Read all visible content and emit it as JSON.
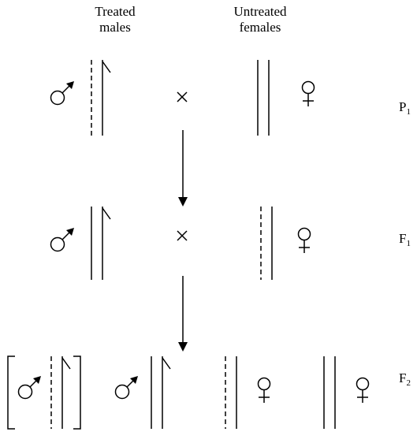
{
  "headers": {
    "treated_line1": "Treated",
    "treated_line2": "males",
    "untreated_line1": "Untreated",
    "untreated_line2": "females"
  },
  "generations": [
    {
      "letter": "P",
      "index": "1"
    },
    {
      "letter": "F",
      "index": "1"
    },
    {
      "letter": "F",
      "index": "2"
    }
  ],
  "cross_symbol": "×",
  "icons": [
    "male-symbol-icon",
    "female-symbol-icon",
    "cross-symbol",
    "down-arrow",
    "chromosome-pair"
  ],
  "colors": {
    "ink": "#000000",
    "background": "#ffffff"
  }
}
